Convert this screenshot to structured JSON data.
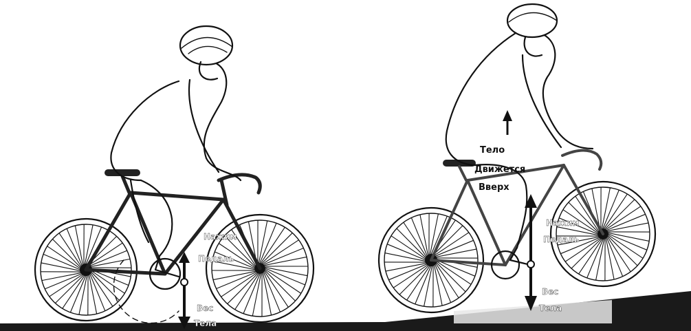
{
  "scene": {
    "left": {
      "pedal_label_line1": "Нажим",
      "pedal_label_line2": "Педаль",
      "weight_label_line1": "Вес",
      "weight_label_line2": "Тела"
    },
    "right": {
      "body_label_line1": "Тело",
      "body_label_line2": "Движется",
      "body_label_line3": "Вверх",
      "pedal_label_line1": "Нажим",
      "pedal_label_line2": "Педаль",
      "weight_label_line1": "Вес",
      "weight_label_line2": "Тела"
    }
  },
  "colors": {
    "ink": "#111111",
    "ground": "#1a1a1a",
    "background": "#ffffff"
  }
}
